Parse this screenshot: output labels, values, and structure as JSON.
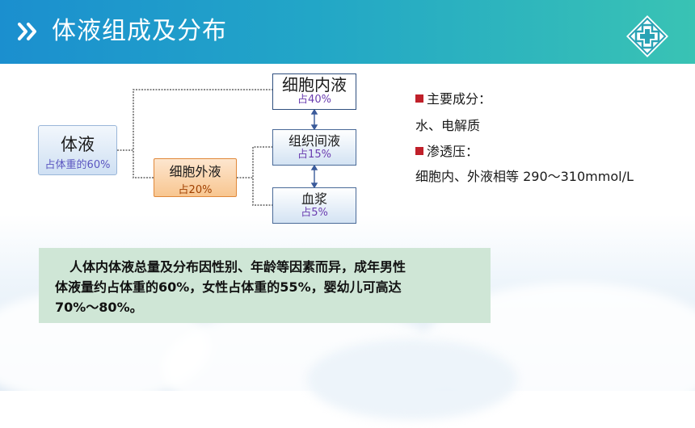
{
  "header": {
    "title": "体液组成及分布",
    "chevrons_icon": "double-chevron-right-icon",
    "logo_icon": "medical-cross-logo-icon"
  },
  "diagram": {
    "body_fluid": {
      "label": "体液",
      "share": "占体重的60%"
    },
    "extracellular": {
      "label": "细胞外液",
      "share": "占20%"
    },
    "intracellular": {
      "label": "细胞内液",
      "share": "占40%"
    },
    "interstitial": {
      "label": "组织间液",
      "share": "占15%"
    },
    "plasma": {
      "label": "血浆",
      "share": "占5%"
    }
  },
  "info": {
    "components_heading": "主要成分：",
    "components_text": "水、电解质",
    "osmotic_heading": "渗透压：",
    "osmotic_text": "细胞内、外液相等 290～310mmol/L"
  },
  "note": {
    "text_line1": "人体内体液总量及分布因性别、年龄等因素而异，成年男性",
    "text_line2": "体液量约占体重的60%，女性占体重的55%，婴幼儿可高达",
    "text_line3": "70%～80%。"
  },
  "colors": {
    "header_start": "#1b8fcf",
    "header_end": "#39c3b4",
    "bullet": "#c0202a",
    "note_bg": "#cfe6d6",
    "share_text": "#6a3db0"
  }
}
